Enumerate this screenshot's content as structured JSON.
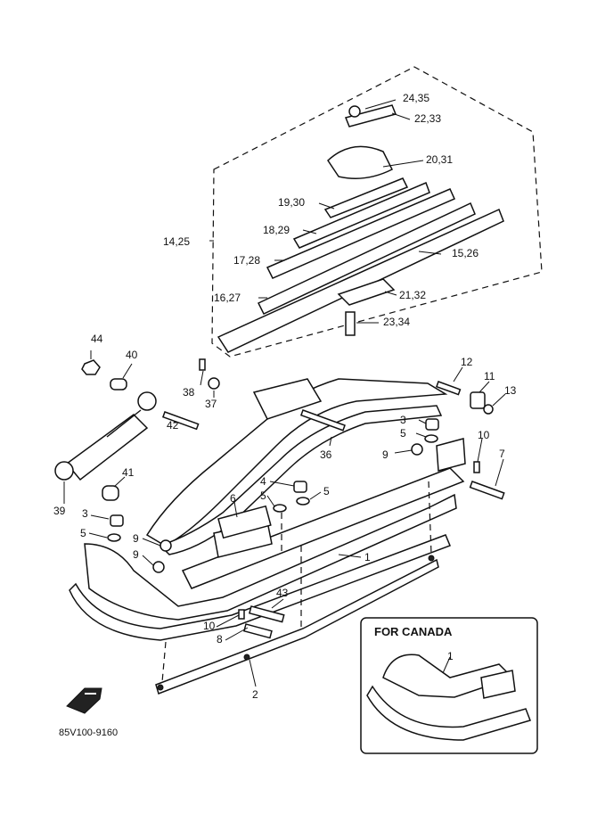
{
  "diagram": {
    "callouts": {
      "c_24_35": "24,35",
      "c_22_33": "22,33",
      "c_20_31": "20,31",
      "c_19_30": "19,30",
      "c_18_29": "18,29",
      "c_14_25": "14,25",
      "c_17_28": "17,28",
      "c_15_26": "15,26",
      "c_16_27": "16,27",
      "c_21_32": "21,32",
      "c_23_34": "23,34",
      "c_44": "44",
      "c_40": "40",
      "c_38": "38",
      "c_37": "37",
      "c_12": "12",
      "c_11": "11",
      "c_13": "13",
      "c_42": "42",
      "c_3a": "3",
      "c_5a": "5",
      "c_9a": "9",
      "c_36": "36",
      "c_10a": "10",
      "c_7": "7",
      "c_41": "41",
      "c_39": "39",
      "c_6": "6",
      "c_4": "4",
      "c_5b": "5",
      "c_5c": "5",
      "c_3b": "3",
      "c_5d": "5",
      "c_9b": "9",
      "c_9c": "9",
      "c_1a": "1",
      "c_43": "43",
      "c_10b": "10",
      "c_8": "8",
      "c_2": "2",
      "c_1b": "1"
    },
    "inset_title": "FOR CANADA",
    "ref_code": "85V100-9160",
    "icons": [
      "front-arrow-icon"
    ]
  }
}
